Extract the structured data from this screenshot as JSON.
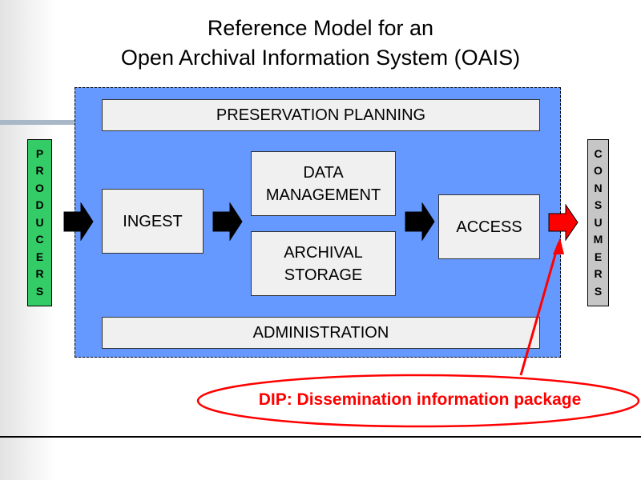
{
  "title": {
    "line1": "Reference Model for an",
    "line2": "Open Archival Information System (OAIS)"
  },
  "producers": {
    "letters": [
      "P",
      "R",
      "O",
      "D",
      "U",
      "C",
      "E",
      "R",
      "S"
    ]
  },
  "consumers": {
    "letters": [
      "C",
      "O",
      "N",
      "S",
      "U",
      "M",
      "E",
      "R",
      "S"
    ]
  },
  "boxes": {
    "preservation_planning": "PRESERVATION PLANNING",
    "ingest": "INGEST",
    "data_management": {
      "line1": "DATA",
      "line2": "MANAGEMENT"
    },
    "archival_storage": {
      "line1": "ARCHIVAL",
      "line2": "STORAGE"
    },
    "access": "ACCESS",
    "administration": "ADMINISTRATION"
  },
  "callout": "DIP: Dissemination information package",
  "colors": {
    "system_box": "#6699ff",
    "producers": "#33cc66",
    "consumers": "#c6c6c6",
    "dip_highlight": "#ff0000"
  }
}
